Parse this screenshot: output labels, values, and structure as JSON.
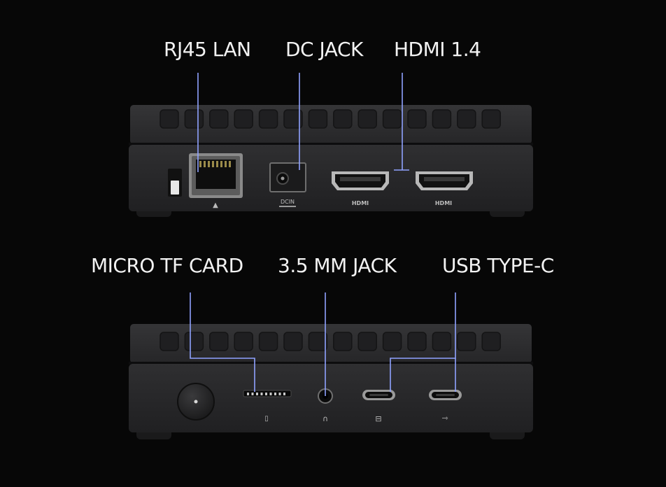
{
  "top_device": {
    "labels": {
      "rj45": "RJ45 LAN",
      "dc": "DC JACK",
      "hdmi": "HDMI 1.4"
    },
    "port_text": {
      "dc": "DCIN",
      "hdmi1": "HDMI",
      "hdmi2": "HDMI"
    }
  },
  "bottom_device": {
    "labels": {
      "tf": "MICRO TF CARD",
      "audio": "3.5 MM JACK",
      "usbc": "USB TYPE-C"
    }
  },
  "colors": {
    "background": "#070707",
    "device_body": "#2b2b2d",
    "callout_line": "#8fa2ff",
    "label_text": "#f2f2f2"
  }
}
